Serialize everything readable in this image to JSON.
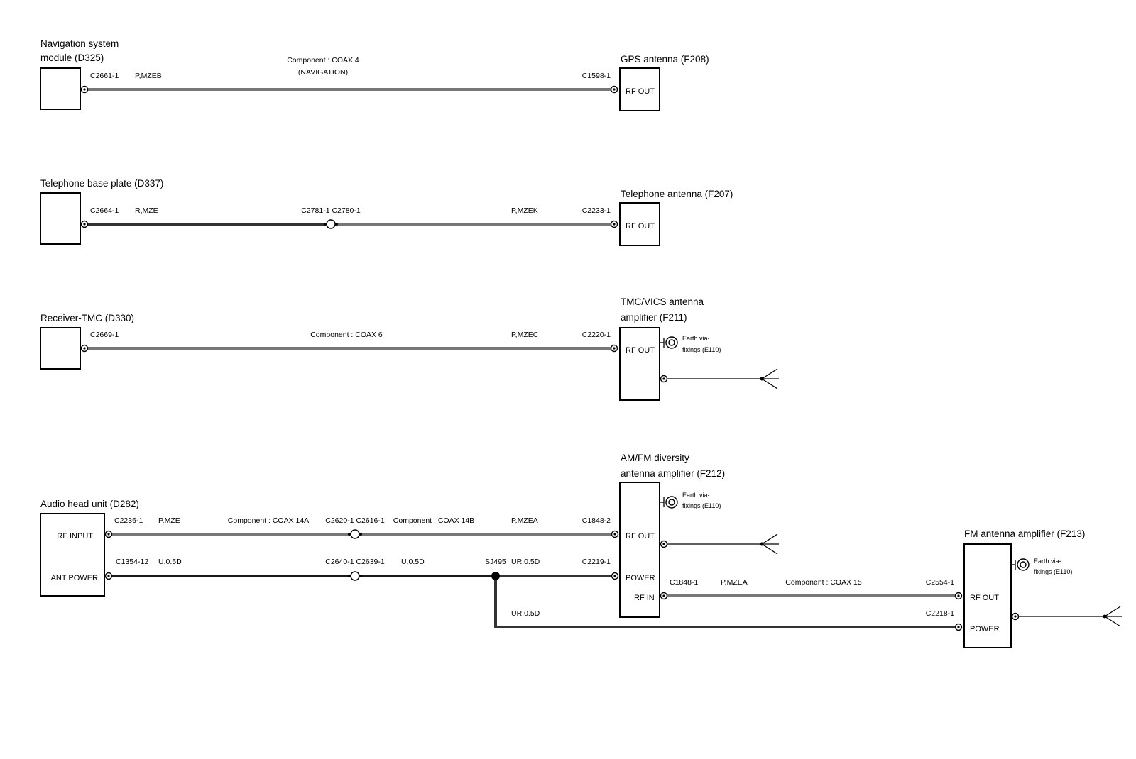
{
  "sections": {
    "navigation": {
      "source_title_line1": "Navigation system",
      "source_title_line2": "module (D325)",
      "dest_title": "GPS antenna (F208)",
      "dest_port": "RF OUT",
      "src_connector": "C2661-1",
      "wire": "P,MZEB",
      "component_line1": "Component : COAX 4",
      "component_line2": "(NAVIGATION)",
      "dest_connector": "C1598-1"
    },
    "telephone": {
      "source_title": "Telephone base plate (D337)",
      "dest_title": "Telephone antenna (F207)",
      "dest_port": "RF OUT",
      "src_connector": "C2664-1",
      "wire1": "R,MZE",
      "mid_connector": "C2781-1 C2780-1",
      "wire2": "P,MZEK",
      "dest_connector": "C2233-1"
    },
    "tmc": {
      "source_title": "Receiver-TMC (D330)",
      "dest_title_line1": "TMC/VICS antenna",
      "dest_title_line2": "amplifier (F211)",
      "dest_port": "RF OUT",
      "src_connector": "C2669-1",
      "component": "Component : COAX 6",
      "wire": "P,MZEC",
      "dest_connector": "C2220-1",
      "earth_line1": "Earth via-",
      "earth_line2": "fixings (E110)"
    },
    "audio": {
      "source_title": "Audio head unit (D282)",
      "port_rf_input": "RF INPUT",
      "port_ant_power": "ANT POWER",
      "amp_title_line1": "AM/FM diversity",
      "amp_title_line2": "antenna amplifier (F212)",
      "amp_port_rf_out": "RF OUT",
      "amp_port_power": "POWER",
      "amp_port_rf_in": "RF IN",
      "fm_title": "FM antenna amplifier (F213)",
      "fm_port_rf_out": "RF OUT",
      "fm_port_power": "POWER",
      "earth_line1": "Earth via-",
      "earth_line2": "fixings (E110)",
      "rf_src_connector": "C2236-1",
      "rf_wire1": "P,MZE",
      "rf_component1": "Component : COAX 14A",
      "rf_mid_connector": "C2620-1 C2616-1",
      "rf_component2": "Component : COAX 14B",
      "rf_wire2": "P,MZEA",
      "rf_dest_connector": "C1848-2",
      "pw_src_connector": "C1354-12",
      "pw_wire1": "U,0.5D",
      "pw_mid_connector": "C2640-1 C2639-1",
      "pw_wire2": "U,0.5D",
      "splice": "SJ495",
      "pw_wire3": "UR,0.5D",
      "pw_dest_connector": "C2219-1",
      "pw_wire4": "UR,0.5D",
      "fm_power_connector": "C2218-1",
      "rfin_connector": "C1848-1",
      "rfin_wire": "P,MZEA",
      "rfin_component": "Component : COAX 15",
      "fm_rf_connector": "C2554-1"
    }
  },
  "colors": {
    "coax_wire": "#777777",
    "dark_wire": "#333333",
    "power_wire": "#1a1a1a"
  }
}
